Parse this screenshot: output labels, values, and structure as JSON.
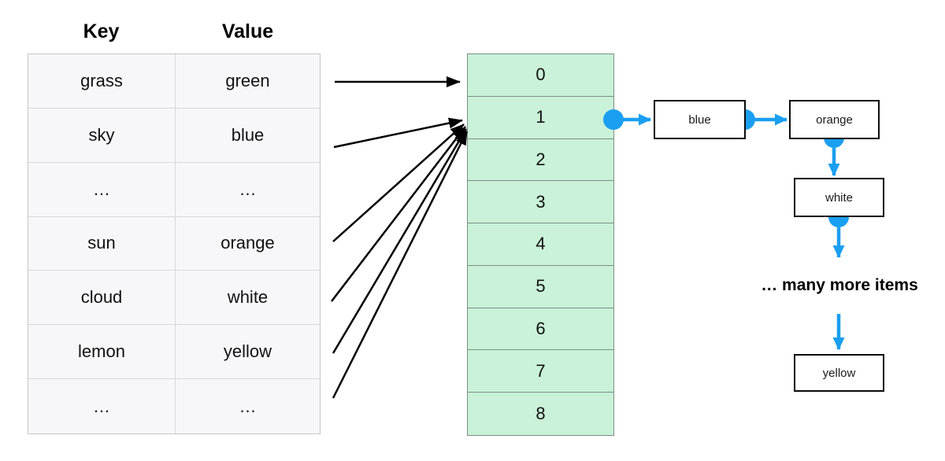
{
  "kv_table": {
    "headers": {
      "key": "Key",
      "value": "Value"
    },
    "rows": [
      {
        "key": "grass",
        "value": "green"
      },
      {
        "key": "sky",
        "value": "blue"
      },
      {
        "key": "…",
        "value": "…"
      },
      {
        "key": "sun",
        "value": "orange"
      },
      {
        "key": "cloud",
        "value": "white"
      },
      {
        "key": "lemon",
        "value": "yellow"
      },
      {
        "key": "…",
        "value": "…"
      }
    ]
  },
  "buckets": {
    "cells": [
      "0",
      "1",
      "2",
      "3",
      "4",
      "5",
      "6",
      "7",
      "8"
    ]
  },
  "linked_list": {
    "nodes": [
      "blue",
      "orange",
      "white",
      "yellow"
    ],
    "note": "… many more items"
  },
  "colors": {
    "pointer_blue": "#1b9ff0",
    "bucket_green": "#c9f2d8",
    "table_fill": "#f7f7f9",
    "arrow_black": "#000000"
  }
}
